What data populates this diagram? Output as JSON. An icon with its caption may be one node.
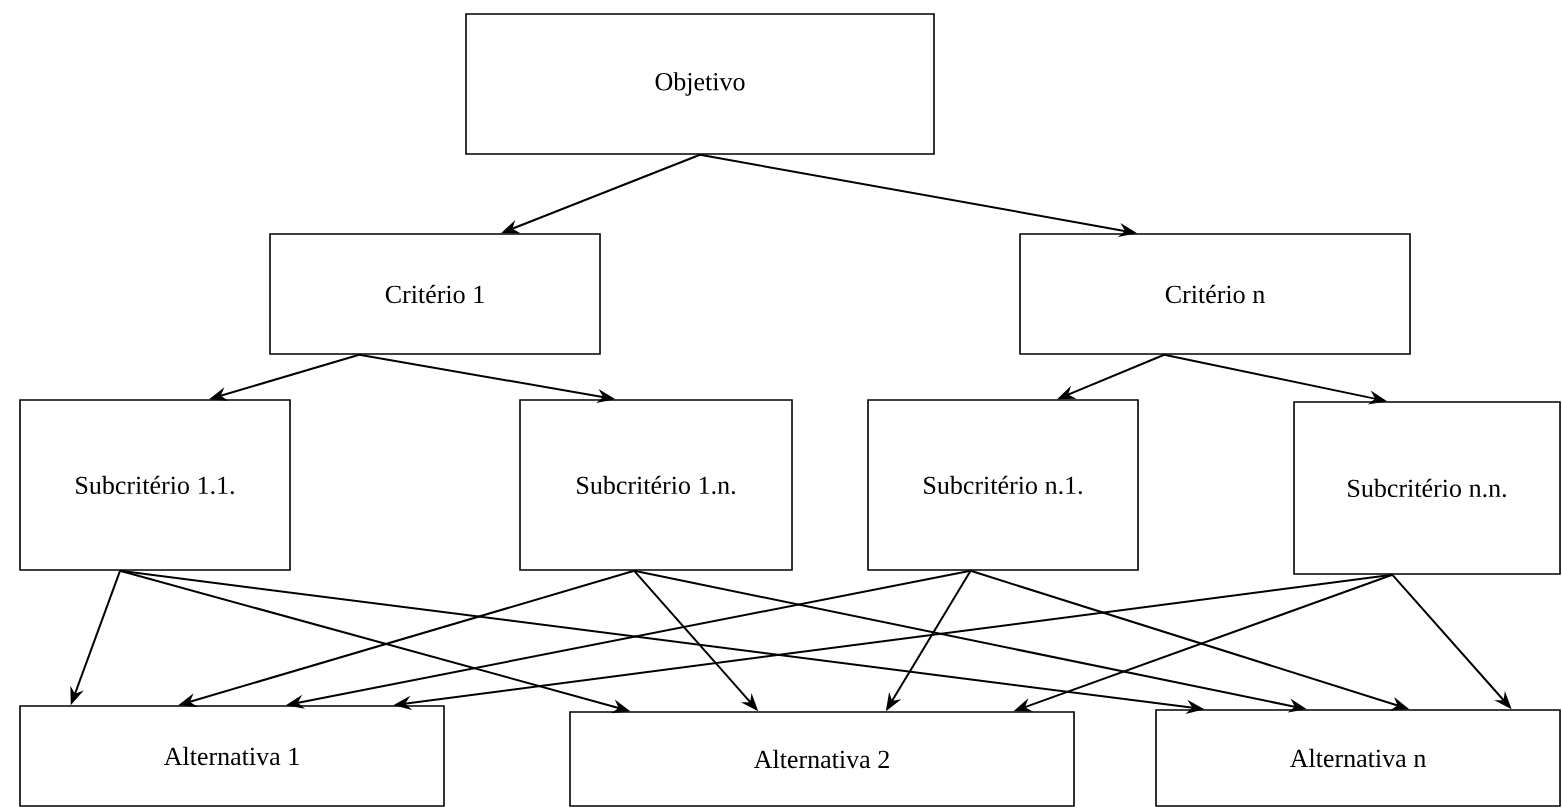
{
  "diagram": {
    "nodes": [
      {
        "text": [
          "Objetivo"
        ]
      },
      {
        "text": [
          "Critério 1"
        ]
      },
      {
        "text": [
          "Critério n"
        ]
      },
      {
        "text": [
          "Subcritério 1.1."
        ]
      },
      {
        "text": [
          "Subcritério 1.n."
        ]
      },
      {
        "text": [
          "Subcritério n.1."
        ]
      },
      {
        "text": [
          "Subcritério n.n."
        ]
      },
      {
        "text": [
          "Alternativa 1"
        ]
      },
      {
        "text": [
          "Alternativa 2"
        ]
      },
      {
        "text": [
          "Alternativa n"
        ]
      }
    ],
    "edges": [
      {
        "from": 0,
        "to": 1,
        "arrow": "to"
      },
      {
        "from": 0,
        "to": 2,
        "arrow": "to"
      },
      {
        "from": 1,
        "to": 3,
        "arrow": "to"
      },
      {
        "from": 1,
        "to": 4,
        "arrow": "to"
      },
      {
        "from": 2,
        "to": 5,
        "arrow": "to"
      },
      {
        "from": 2,
        "to": 6,
        "arrow": "to"
      },
      {
        "from": 3,
        "to": 7,
        "arrow": "to"
      },
      {
        "from": 3,
        "to": 8,
        "arrow": "to"
      },
      {
        "from": 3,
        "to": 9,
        "arrow": "to"
      },
      {
        "from": 4,
        "to": 7,
        "arrow": "to"
      },
      {
        "from": 4,
        "to": 8,
        "arrow": "to"
      },
      {
        "from": 4,
        "to": 9,
        "arrow": "to"
      },
      {
        "from": 5,
        "to": 7,
        "arrow": "to"
      },
      {
        "from": 5,
        "to": 8,
        "arrow": "to"
      },
      {
        "from": 5,
        "to": 9,
        "arrow": "to"
      },
      {
        "from": 6,
        "to": 7,
        "arrow": "to"
      },
      {
        "from": 6,
        "to": 8,
        "arrow": "to"
      },
      {
        "from": 6,
        "to": 9,
        "arrow": "to"
      }
    ]
  }
}
